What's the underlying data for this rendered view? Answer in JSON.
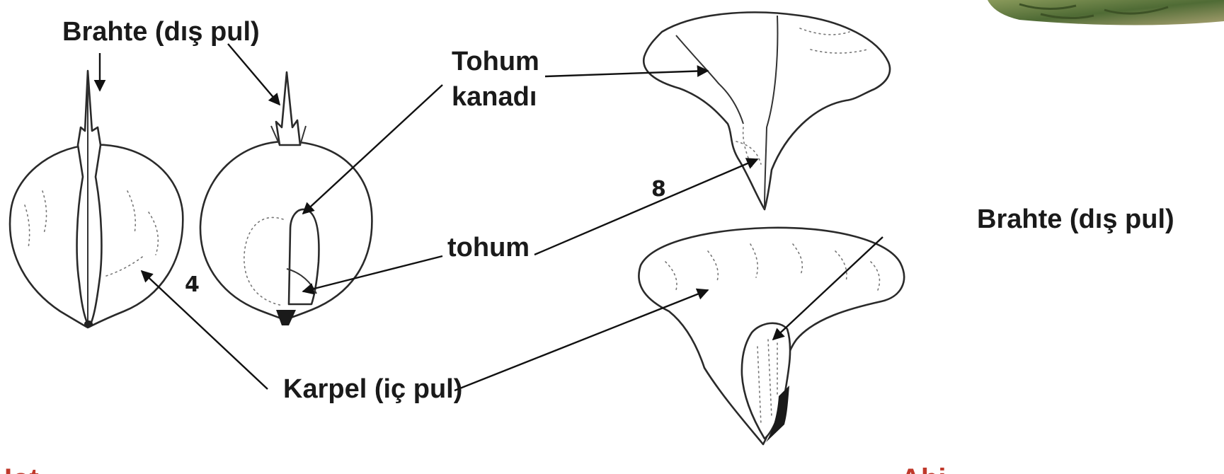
{
  "labels": {
    "bract_left": "Brahte (dış pul)",
    "seed_wing_line1": "Tohum",
    "seed_wing_line2": "kanadı",
    "seed": "tohum",
    "bract_right": "Brahte (dış pul)",
    "carpel": "Karpel (iç pul)"
  },
  "figure_numbers": {
    "left": "4",
    "right": "8"
  },
  "bottom_captions": {
    "left": "Iot",
    "right": "Abi"
  },
  "colors": {
    "text": "#1a1a1a",
    "caption_red": "#c0392b",
    "leaf_green": "#5e7a3e"
  }
}
